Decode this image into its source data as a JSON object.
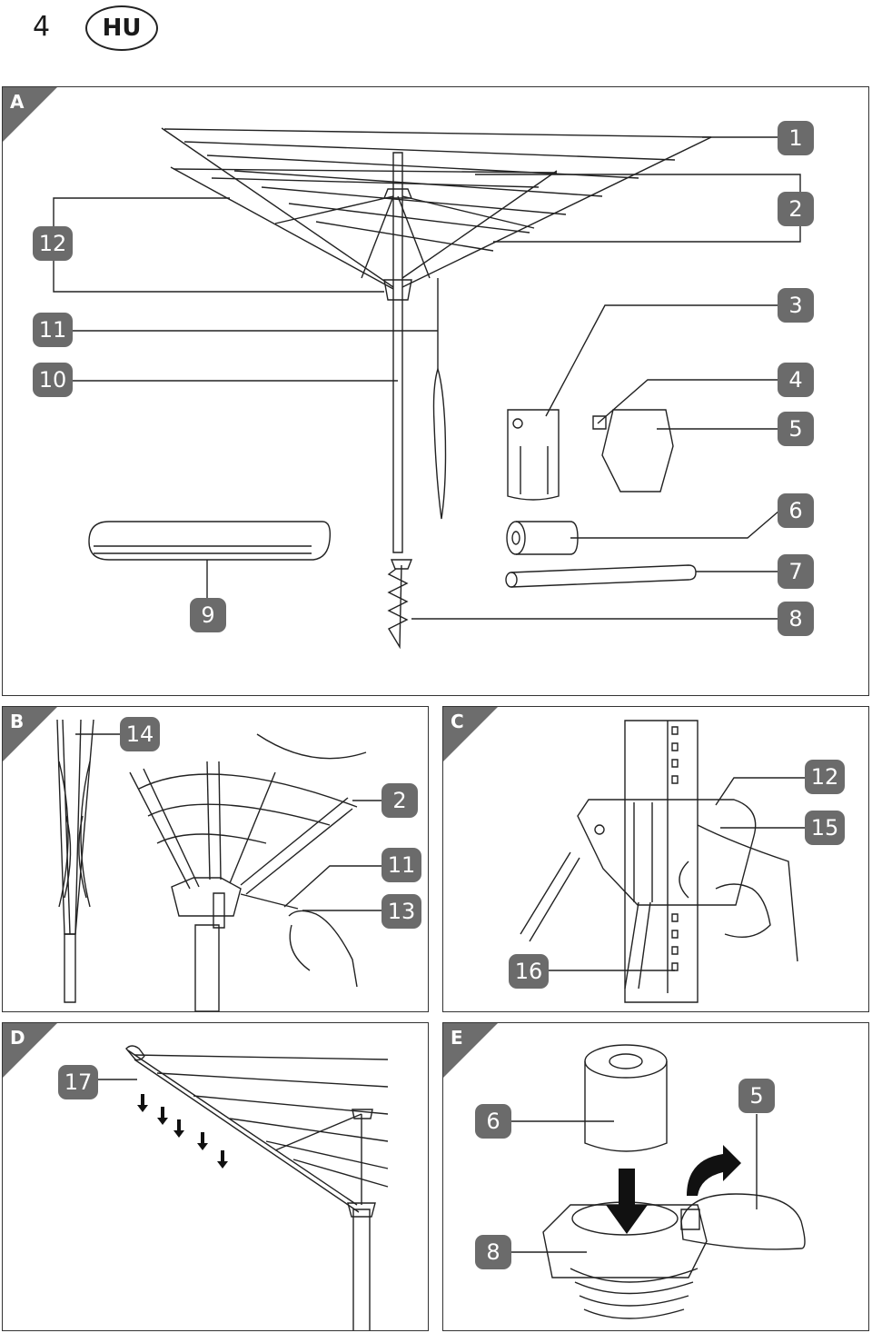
{
  "header": {
    "page_number": "4",
    "language": "HU"
  },
  "panels": {
    "A": {
      "label": "A",
      "callouts": [
        "1",
        "2",
        "3",
        "4",
        "5",
        "6",
        "7",
        "8",
        "9",
        "10",
        "11",
        "12"
      ]
    },
    "B": {
      "label": "B",
      "callouts": [
        "14",
        "2",
        "11",
        "13"
      ]
    },
    "C": {
      "label": "C",
      "callouts": [
        "12",
        "15",
        "16"
      ]
    },
    "D": {
      "label": "D",
      "callouts": [
        "17"
      ]
    },
    "E": {
      "label": "E",
      "callouts": [
        "6",
        "5",
        "8"
      ]
    }
  },
  "colors": {
    "callout_bg": "#6b6b6b",
    "corner_bg": "#6d6d6d",
    "line": "#222222"
  }
}
